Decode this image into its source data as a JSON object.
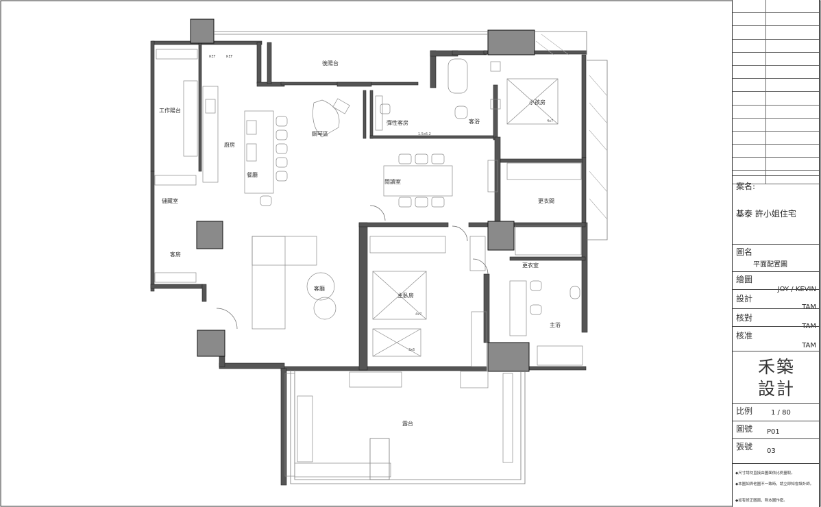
{
  "rooms": {
    "rear_balcony": "後陽台",
    "work_balcony": "工作陽台",
    "kitchen": "廚房",
    "dining": "餐廳",
    "piano_area": "鋼琴區",
    "flex_guest_room": "彈性客房",
    "guest_bath": "客浴",
    "kids_room": "小孩房",
    "reading_room": "閱讀室",
    "storage": "儲藏室",
    "guest_room": "客房",
    "walk_in_closet_1": "更衣間",
    "walk_in_closet_2": "更衣室",
    "master_bedroom": "主臥房",
    "master_bath": "主浴",
    "living_room": "客廳",
    "terrace": "露台"
  },
  "annotations": {
    "ref1": "REF",
    "ref2": "REF",
    "tv1": "4x7",
    "tv2": "4x7",
    "dim1": "3x6",
    "dim2": "1.5x6.2"
  },
  "title_block": {
    "case_label": "案名:",
    "case_value": "基泰 許小姐住宅",
    "drawing_name_label": "圖名",
    "drawing_name_value": "平面配置圖",
    "drawn_label": "繪圖",
    "drawn_value": "JOY / KEVIN",
    "design_label": "設計",
    "design_value": "TAM",
    "check_label": "核對",
    "check_value": "TAM",
    "approve_label": "核准",
    "approve_value": "TAM",
    "logo_line1": "禾築",
    "logo_line2": "設計",
    "scale_label": "比例",
    "scale_value": "1 / 80",
    "drawing_no_label": "圖號",
    "drawing_no_value": "P01",
    "sheet_no_label": "張號",
    "sheet_no_value": "03",
    "notes": [
      "◆尺寸請勿直接由圖面依比例量取。",
      "◆本圖如與他圖不一致時，請立即知會設計師。",
      "◆如有修正圖面，則本圖作廢。"
    ]
  }
}
